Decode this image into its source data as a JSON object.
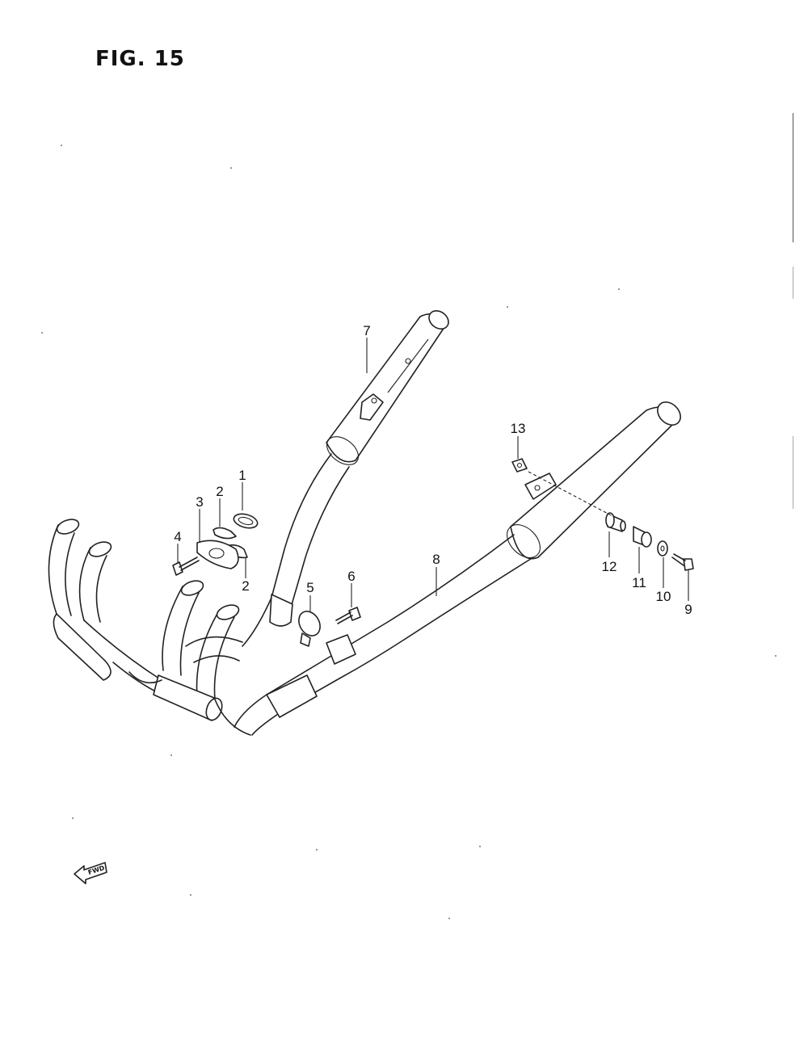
{
  "figure": {
    "title": "FIG. 15"
  },
  "callouts": [
    {
      "id": "1",
      "label": "1"
    },
    {
      "id": "2a",
      "label": "2"
    },
    {
      "id": "2b",
      "label": "2"
    },
    {
      "id": "3",
      "label": "3"
    },
    {
      "id": "4",
      "label": "4"
    },
    {
      "id": "5",
      "label": "5"
    },
    {
      "id": "6",
      "label": "6"
    },
    {
      "id": "7",
      "label": "7"
    },
    {
      "id": "8",
      "label": "8"
    },
    {
      "id": "9",
      "label": "9"
    },
    {
      "id": "10",
      "label": "10"
    },
    {
      "id": "11",
      "label": "11"
    },
    {
      "id": "12",
      "label": "12"
    },
    {
      "id": "13",
      "label": "13"
    }
  ],
  "direction_arrow": {
    "label": "FWD",
    "icon": "forward-arrow-icon"
  }
}
